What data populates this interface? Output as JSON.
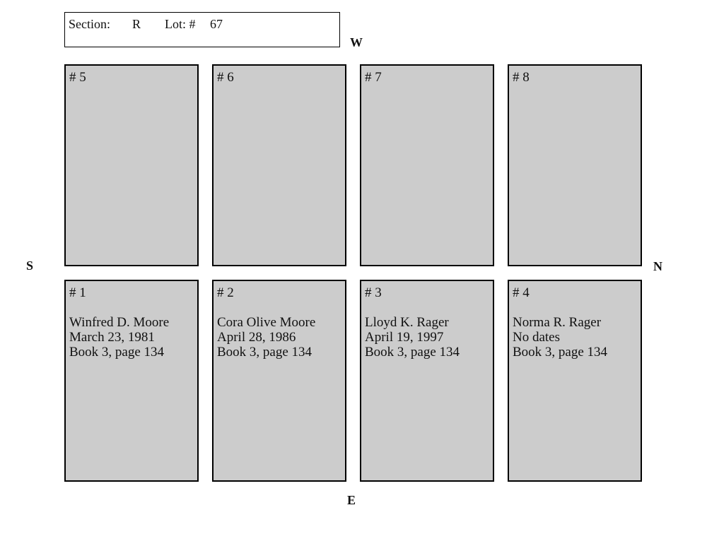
{
  "header": {
    "section_label": "Section:",
    "section_value": "R",
    "lot_label": "Lot: #",
    "lot_value": "67"
  },
  "compass": {
    "west": "W",
    "east": "E",
    "south": "S",
    "north": "N"
  },
  "plots_top": [
    {
      "number": "# 5"
    },
    {
      "number": "# 6"
    },
    {
      "number": "# 7"
    },
    {
      "number": "# 8"
    }
  ],
  "plots_bottom": [
    {
      "number": "# 1",
      "name": "Winfred D. Moore",
      "date": "March 23, 1981",
      "record": "Book 3, page 134"
    },
    {
      "number": "# 2",
      "name": "Cora Olive Moore",
      "date": "April 28, 1986",
      "record": "Book 3, page 134"
    },
    {
      "number": "# 3",
      "name": "Lloyd K. Rager",
      "date": "April 19, 1997",
      "record": "Book 3, page 134"
    },
    {
      "number": "# 4",
      "name": "Norma R. Rager",
      "date": "No dates",
      "record": "Book 3, page 134"
    }
  ],
  "colors": {
    "plot_fill": "#cccccc",
    "border": "#000000"
  }
}
